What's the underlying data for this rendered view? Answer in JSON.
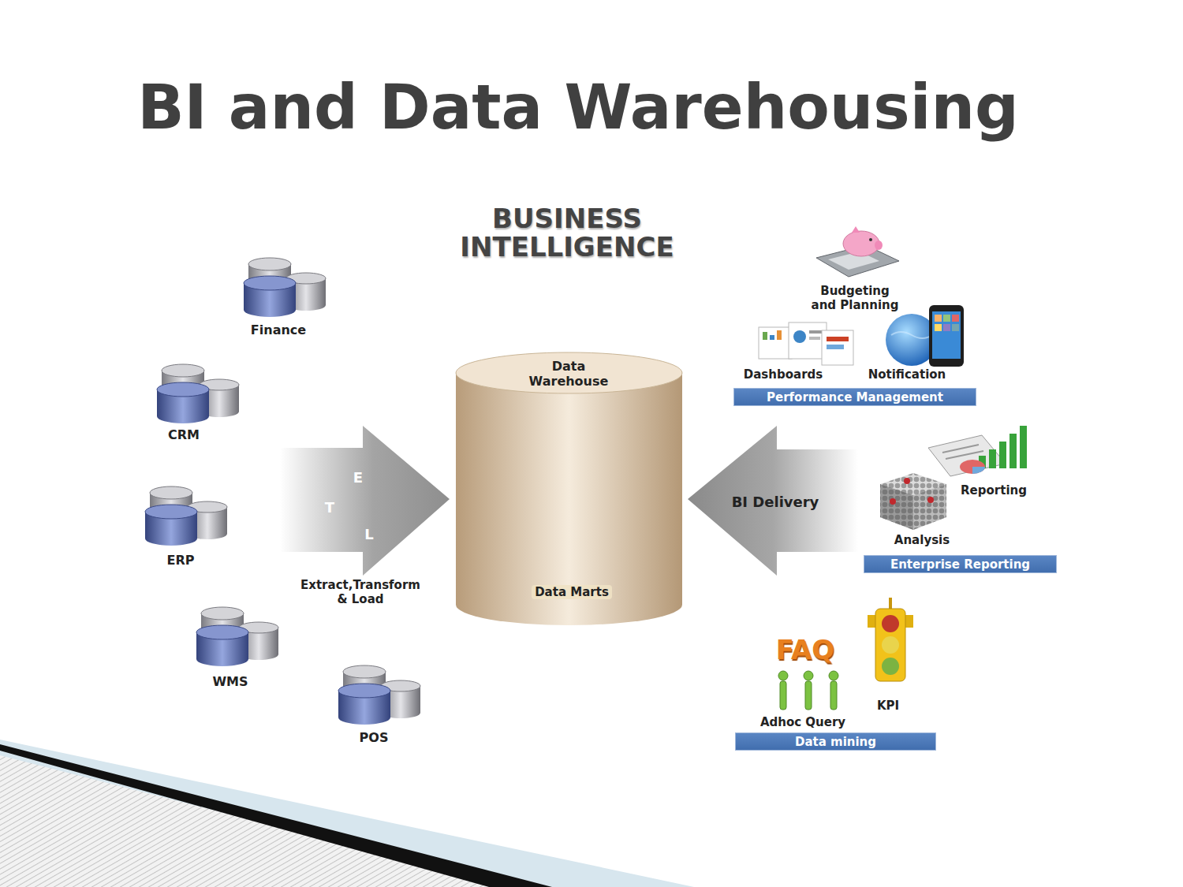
{
  "diagram": {
    "title": "BI and Data Warehousing",
    "nodes": [
      {
        "text": [
          "Finance"
        ]
      },
      {
        "text": [
          "CRM"
        ]
      },
      {
        "text": [
          "ERP"
        ]
      },
      {
        "text": [
          "WMS"
        ]
      },
      {
        "text": [
          "POS"
        ]
      },
      {
        "text": [
          "Extract,Transform & Load"
        ]
      },
      {
        "text": [
          "E"
        ],
        "in": 5
      },
      {
        "text": [
          "T"
        ],
        "in": 5
      },
      {
        "text": [
          "L"
        ],
        "in": 5
      },
      {
        "text": [
          "Data Warehouse"
        ]
      },
      {
        "text": [
          "Data Marts"
        ],
        "in": 9
      },
      {
        "text": [
          "BI Delivery"
        ]
      },
      {
        "text": [
          "Budgeting and Planning"
        ]
      },
      {
        "text": [
          "Dashboards"
        ]
      },
      {
        "text": [
          "Notification"
        ]
      },
      {
        "text": [
          "Performance Management"
        ]
      },
      {
        "text": [
          "Reporting"
        ]
      },
      {
        "text": [
          "Analysis"
        ]
      },
      {
        "text": [
          "Enterprise Reporting"
        ]
      },
      {
        "text": [
          "Adhoc Query"
        ]
      },
      {
        "text": [
          "KPI"
        ]
      },
      {
        "text": [
          "Data mining"
        ]
      }
    ],
    "labels": [
      "BUSINESS INTELLIGENCE",
      "FAQ"
    ]
  }
}
